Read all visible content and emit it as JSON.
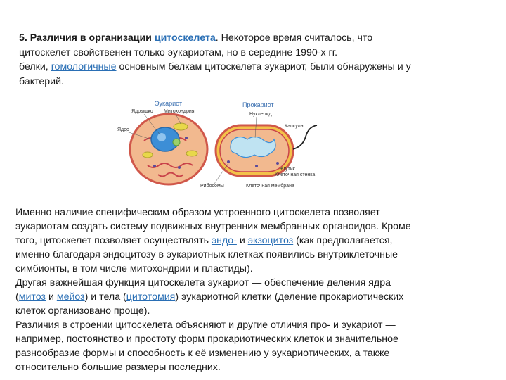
{
  "heading": {
    "number": "5. Различия в организации ",
    "link": "цитоскелета",
    "rest_line1": ". Некоторое время считалось, что",
    "line2": "цитоскелет свойственен только эукариотам, но в середине 1990-х гг.",
    "line3_start": "белки, ",
    "line3_link": "гомологичные",
    "line3_end": " основным белкам цитоскелета эукариот, были обнаружены и у",
    "line4": "бактерий."
  },
  "figure": {
    "eukaryote_title": "Эукариот",
    "prokaryote_title": "Прокариот",
    "labels": {
      "nucleolus": "Ядрышко",
      "mitochondrion": "Митохондрия",
      "nucleus": "Ядро",
      "nucleoid": "Нуклеоид",
      "capsule": "Капсула",
      "flagellum": "Жгутик",
      "cell_wall": "Клеточная стенка",
      "ribosomes": "Рибосомы",
      "cell_membrane": "Клеточная мембрана"
    }
  },
  "body": {
    "line1": "Именно наличие специфическим образом устроенного цитоскелета позволяет",
    "line2": "эукариотам создать систему подвижных внутренних мембранных органоидов. Кроме",
    "line3_start": "того, цитоскелет позволяет осуществлять ",
    "line3_link1": "эндо-",
    "line3_mid": " и ",
    "line3_link2": "экзоцитоз",
    "line3_end": " (как предполагается,",
    "line4": "именно благодаря эндоцитозу в эукариотных клетках появились внутриклеточные",
    "line5": "симбионты, в том числе митохондрии и пластиды).",
    "line6": "Другая важнейшая функция цитоскелета эукариот — обеспечение деления ядра",
    "line7_start": "(",
    "line7_link1": "митоз",
    "line7_mid1": " и ",
    "line7_link2": "мейоз",
    "line7_mid2": ") и тела (",
    "line7_link3": "цитотомия",
    "line7_end": ") эукариотной клетки (деление прокариотических",
    "line8": "клеток организовано проще).",
    "line9": "Различия в строении цитоскелета объясняют и другие отличия про- и эукариот —",
    "line10": "например, постоянство и простоту форм прокариотических клеток и значительное",
    "line11": "разнообразие формы и способность к её изменению у эукариотических, а также",
    "line12": "относительно большие размеры последних."
  },
  "colors": {
    "link": "#2a6fb5",
    "cell_fill": "#f2b98f",
    "membrane": "#d0574a",
    "nucleus": "#3c8ed6",
    "nucleoid": "#bfe3f2"
  }
}
